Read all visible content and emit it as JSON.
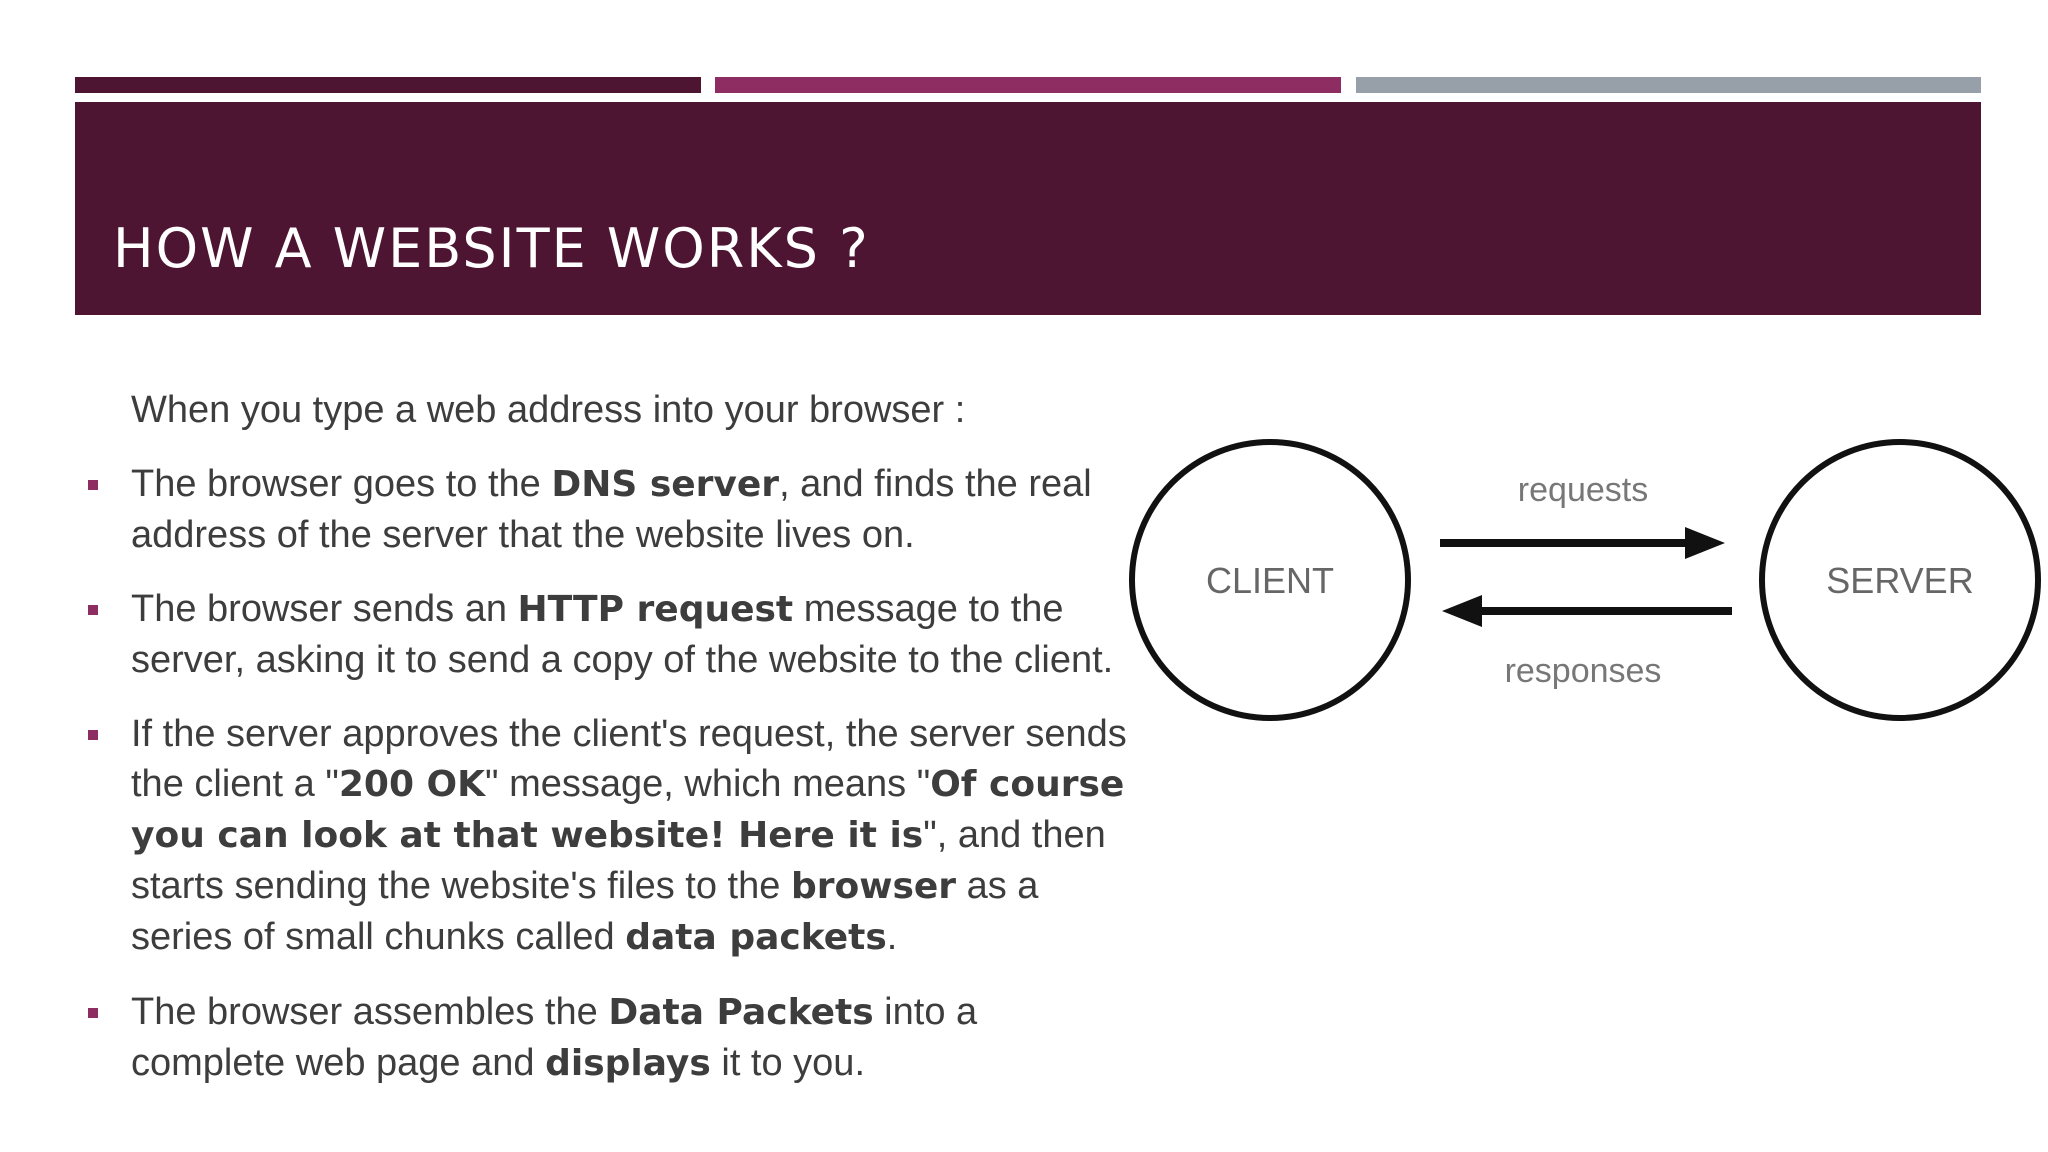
{
  "slide": {
    "title": "HOW A WEBSITE WORKS ?",
    "colors": {
      "primary": "#4e1533",
      "accent": "#8e2d62",
      "gray": "#97a0a8"
    }
  },
  "content": {
    "intro": "When you type a web address into your browser :",
    "bullets": [
      {
        "parts": [
          "The browser goes to the ",
          "DNS server",
          ", and finds the real address of the server that the website lives on."
        ]
      },
      {
        "parts": [
          "The browser sends an ",
          "HTTP request",
          " message to the server, asking it to send a copy of the website to the client."
        ]
      },
      {
        "parts": [
          "If the server approves the client's request, the server sends the client a \"",
          "200 OK",
          "\" message, which means \"",
          "Of course you can look at that website! Here it is",
          "\", and then starts sending the website's files to the ",
          "browser",
          " as a series of small chunks called ",
          "data packets",
          "."
        ]
      },
      {
        "parts": [
          "The browser assembles the ",
          "Data Packets",
          " into a complete web page and ",
          "displays",
          " it to you."
        ]
      }
    ]
  },
  "diagram": {
    "client_label": "CLIENT",
    "server_label": "SERVER",
    "requests_label": "requests",
    "responses_label": "responses"
  }
}
